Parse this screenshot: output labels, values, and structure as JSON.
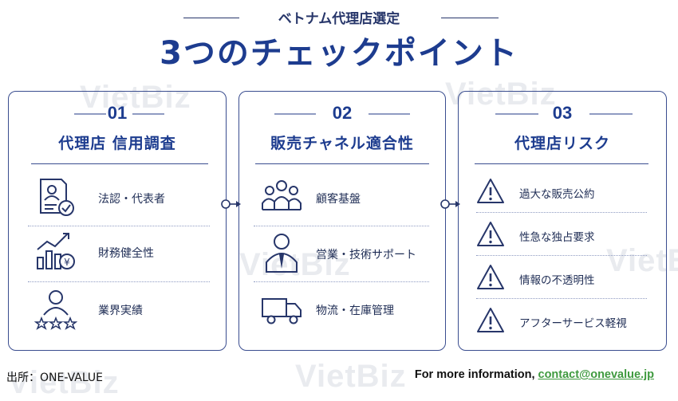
{
  "watermark": "VietBiz",
  "header": {
    "subtitle": "ベトナム代理店選定",
    "title": "3つのチェックポイント"
  },
  "cards": [
    {
      "number": "01",
      "title": "代理店 信用調査",
      "items": [
        {
          "label": "法認・代表者",
          "icon": "certificate-person-icon"
        },
        {
          "label": "財務健全性",
          "icon": "growth-chart-yen-icon"
        },
        {
          "label": "業界実績",
          "icon": "person-rating-stars-icon"
        }
      ]
    },
    {
      "number": "02",
      "title": "販売チャネル適合性",
      "items": [
        {
          "label": "顧客基盤",
          "icon": "customer-group-icon"
        },
        {
          "label": "営業・技術サポート",
          "icon": "business-person-icon"
        },
        {
          "label": "物流・在庫管理",
          "icon": "delivery-truck-icon"
        }
      ]
    },
    {
      "number": "03",
      "title": "代理店リスク",
      "items": [
        {
          "label": "過大な販売公約",
          "icon": "warning-icon"
        },
        {
          "label": "性急な独占要求",
          "icon": "warning-icon"
        },
        {
          "label": "情報の不透明性",
          "icon": "warning-icon"
        },
        {
          "label": "アフターサービス軽視",
          "icon": "warning-icon"
        }
      ]
    }
  ],
  "footer": {
    "source": "出所：ONE-VALUE",
    "info_prefix": "For more information, ",
    "email": "contact@onevalue.jp"
  },
  "colors": {
    "primary": "#1d3c8f",
    "border": "#3a4d8f",
    "link": "#3f9a3f"
  }
}
